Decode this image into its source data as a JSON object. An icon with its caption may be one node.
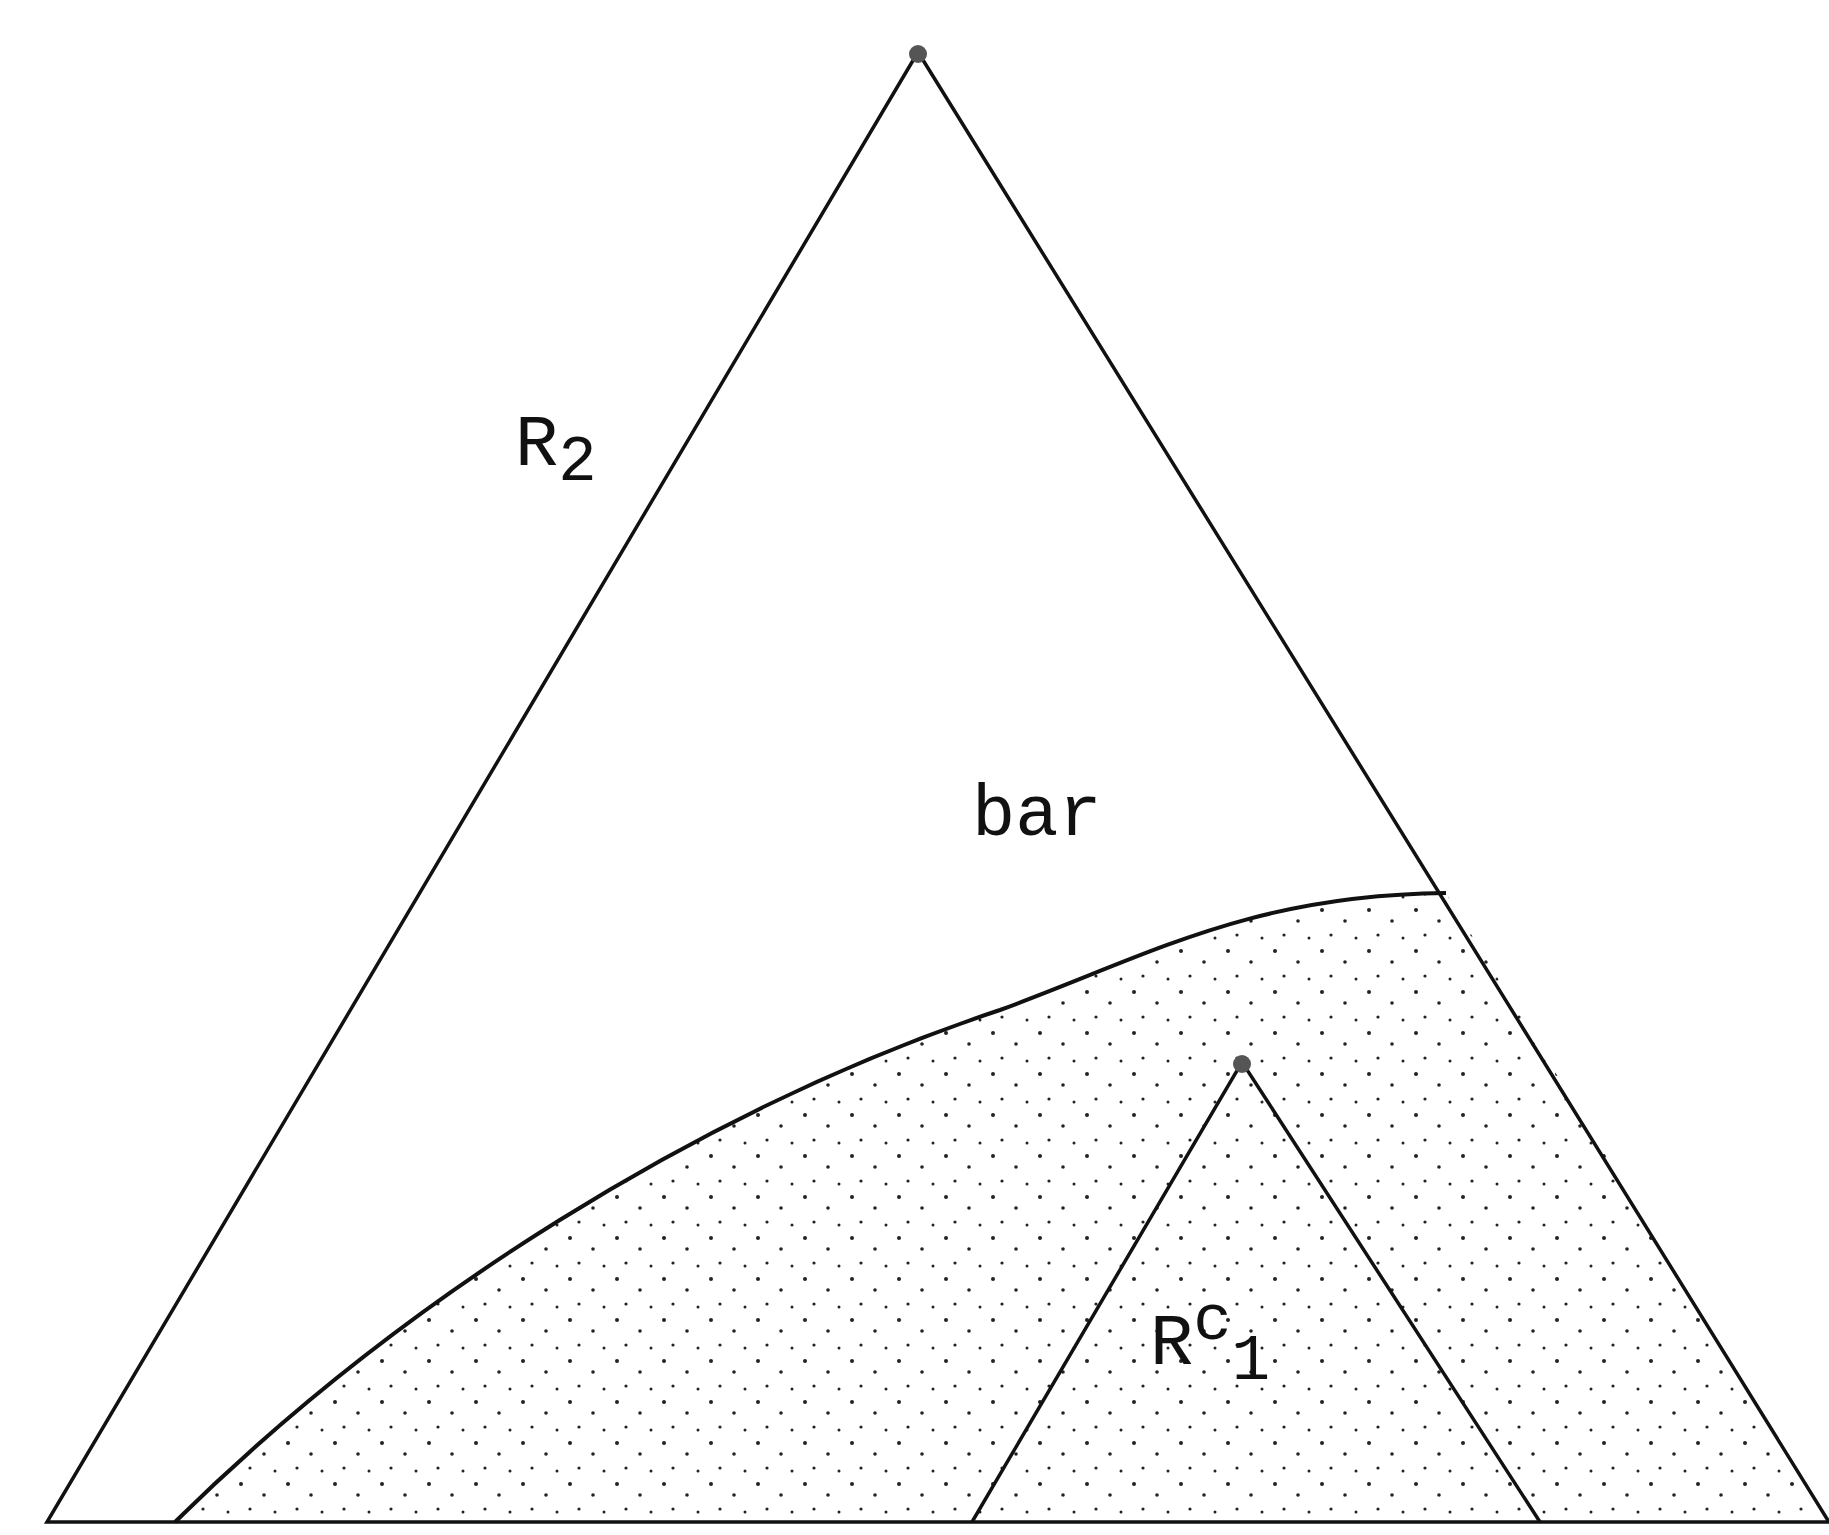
{
  "diagram": {
    "labels": [
      "R$_{2}$",
      "bar",
      "R$^{c}$$_{1}$"
    ]
  }
}
